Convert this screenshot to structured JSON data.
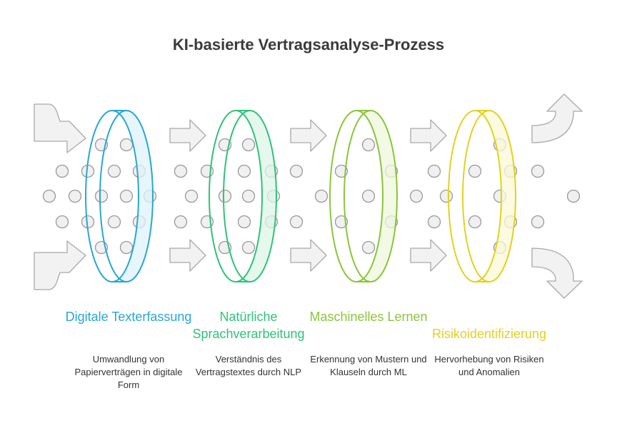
{
  "title": "KI-basierte Vertragsanalyse-Prozess",
  "stages": [
    {
      "title": "Digitale Texterfassung",
      "description": "Umwandlung von Papierverträgen in digitale Form",
      "color": "#27a7d6",
      "fill": "#dff3fb"
    },
    {
      "title": "Natürliche Sprachverarbeitung",
      "description": "Verständnis des Vertragstextes durch NLP",
      "color": "#2fc27a",
      "fill": "#ddf6e8"
    },
    {
      "title": "Maschinelles Lernen",
      "description": "Erkennung von Mustern und Klauseln durch ML",
      "color": "#8cc43a",
      "fill": "#eef7dc"
    },
    {
      "title": "Risikoidentifizierung",
      "description": "Hervorhebung von Risiken und Anomalien",
      "color": "#e2d21e",
      "fill": "#fbf8d6"
    }
  ],
  "icons": {
    "curved_in_arrow": "curved-arrow-icon",
    "straight_arrow": "right-arrow-icon",
    "curved_out_arrow": "curved-arrow-icon",
    "particle": "circle-icon"
  },
  "colors": {
    "arrow_fill": "#f2f2f2",
    "arrow_stroke": "#a9a9a9",
    "dot_fill": "#f0f0f0",
    "dot_stroke": "#9a9a9a",
    "title": "#3a3a3a"
  }
}
